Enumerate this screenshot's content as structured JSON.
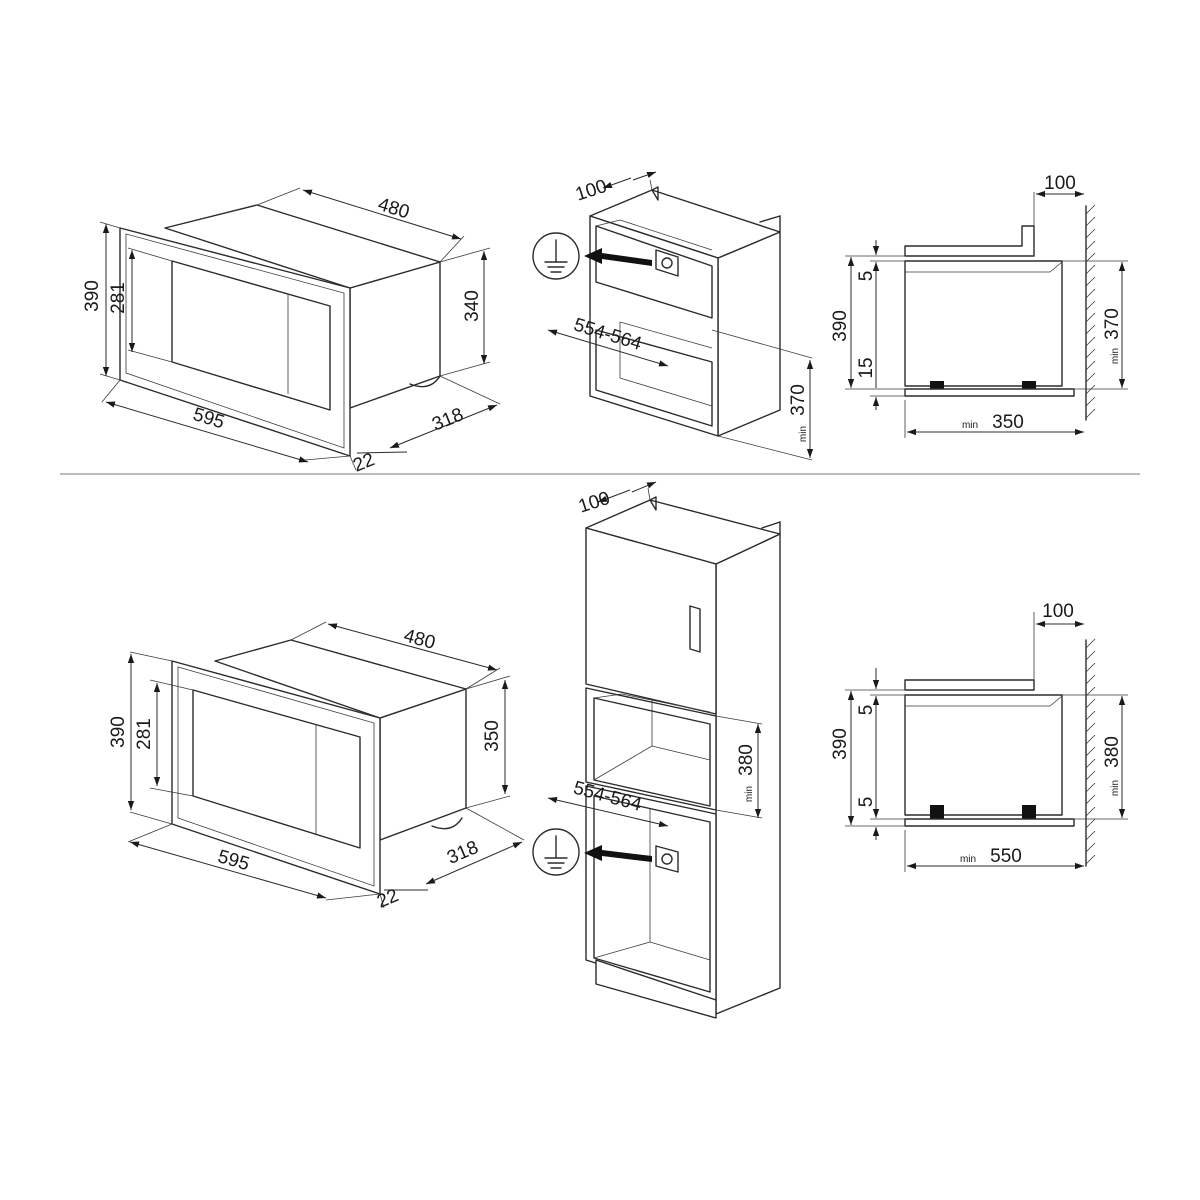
{
  "panels": {
    "top": {
      "microwave": {
        "width": "480",
        "height": "390",
        "window_height": "281",
        "body_height": "340",
        "front_width": "595",
        "frame": "22",
        "depth": "318"
      },
      "cabinet": {
        "back_gap": "100",
        "opening_width": "554-564",
        "opening_height": "370",
        "min_label": "min"
      },
      "side": {
        "top_gap": "100",
        "height": "390",
        "top_margin": "5",
        "bottom_margin": "15",
        "opening_height": "370",
        "min_depth": "350",
        "min_label": "min"
      }
    },
    "bottom": {
      "microwave": {
        "width": "480",
        "height": "390",
        "window_height": "281",
        "body_height": "350",
        "front_width": "595",
        "frame": "22",
        "depth": "318"
      },
      "cabinet": {
        "back_gap": "100",
        "opening_width": "554-564",
        "opening_height": "380",
        "min_label": "min"
      },
      "side": {
        "top_gap": "100",
        "height": "390",
        "top_margin": "5",
        "bottom_margin": "5",
        "opening_height": "380",
        "min_depth": "550",
        "min_label": "min"
      }
    }
  },
  "icons": [
    "ground-symbol-icon",
    "arrow-icon",
    "socket-icon"
  ]
}
